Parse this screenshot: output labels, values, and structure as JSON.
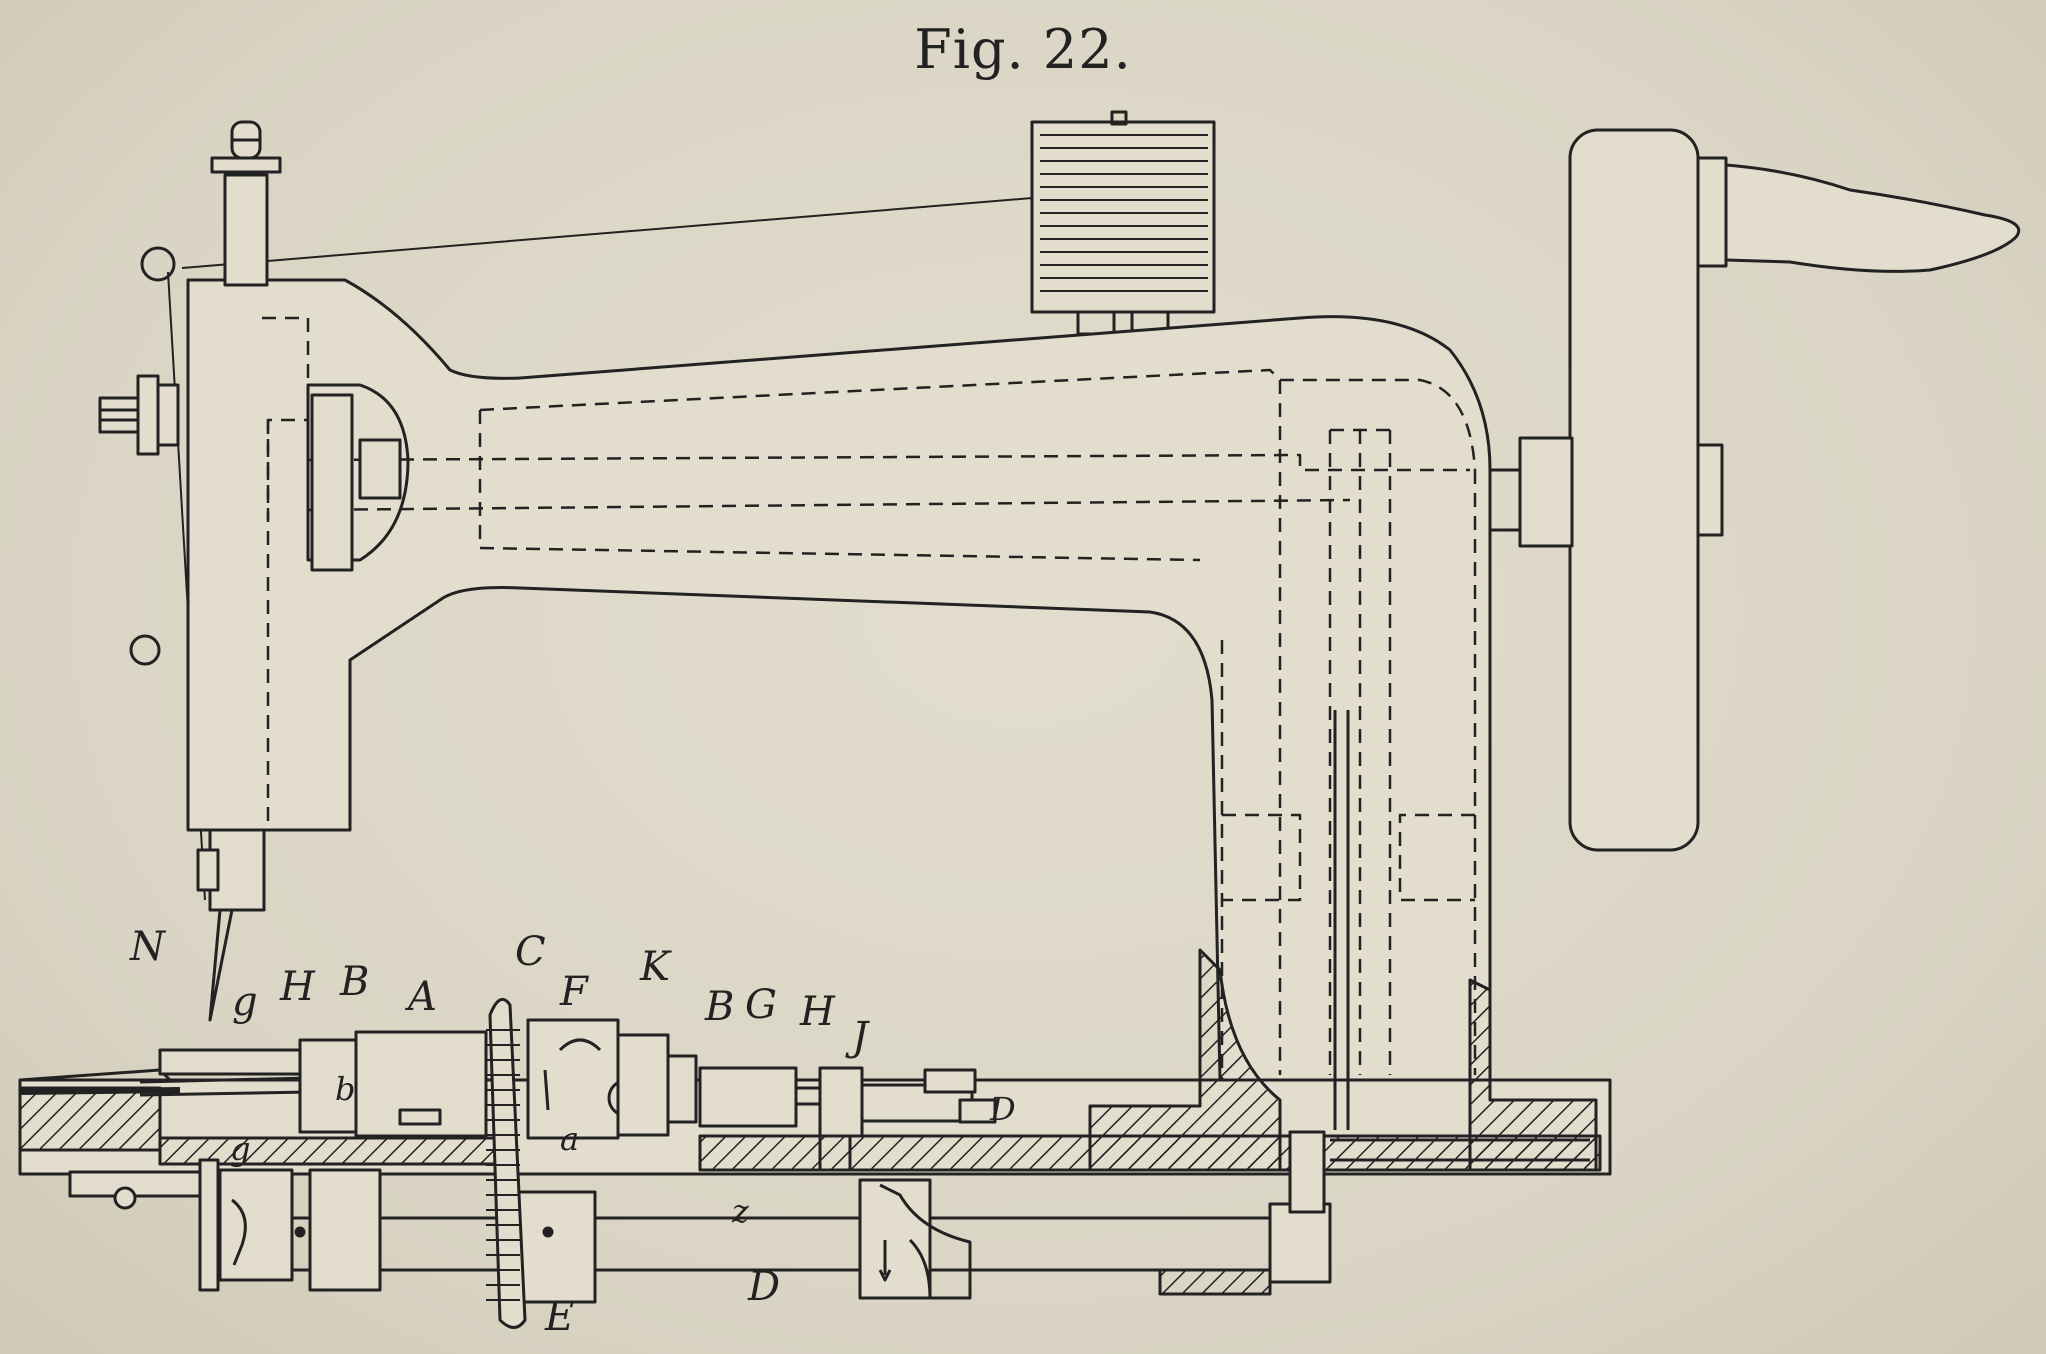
{
  "figure": {
    "caption": "Fig. 22."
  },
  "labels": {
    "N": "N",
    "g": "g",
    "H": "H",
    "B": "B",
    "A": "A",
    "C": "C",
    "F": "F",
    "K": "K",
    "B2": "B",
    "G": "G",
    "H2": "H",
    "J": "J",
    "b": "b",
    "a": "a",
    "g2": "g",
    "D_small": "D",
    "z": "z",
    "E": "E",
    "D": "D"
  },
  "colors": {
    "ink": "#222222",
    "paper": "#ddd8c8"
  }
}
